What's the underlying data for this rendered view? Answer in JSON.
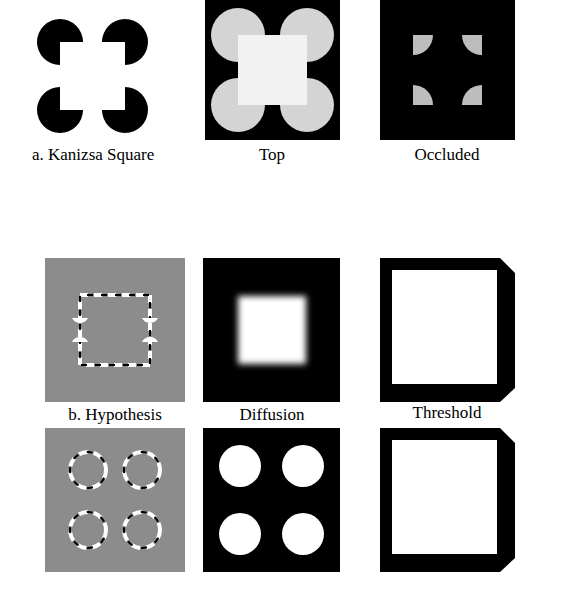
{
  "diagram": {
    "labels": [
      "a. Kanizsa Square",
      "Top",
      "Occluded",
      "b. Hypothesis",
      "Diffusion",
      "Threshold"
    ]
  }
}
